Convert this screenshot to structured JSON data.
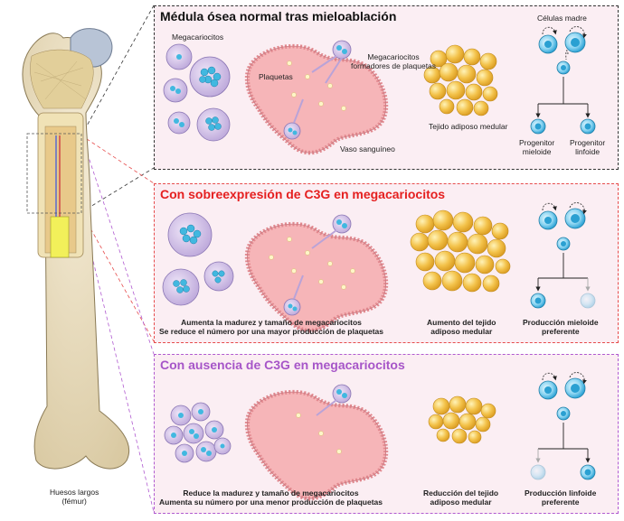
{
  "bone": {
    "label_line1": "Huesos largos",
    "label_line2": "(fémur)"
  },
  "panel_normal": {
    "title": "Médula ósea normal tras mieloablación",
    "megakaryocytes": "Megacariocitos",
    "platelets": "Plaquetas",
    "platelet_forming_line1": "Megacariocitos",
    "platelet_forming_line2": "formadores de plaquetas",
    "blood_vessel": "Vaso sanguíneo",
    "adipose": "Tejido adiposo medular",
    "stem_cells": "Células madre",
    "myeloid_line1": "Progenitor",
    "myeloid_line2": "mieloide",
    "lymphoid_line1": "Progenitor",
    "lymphoid_line2": "linfoide"
  },
  "panel_overexpression": {
    "title": "Con sobreexpresión de C3G en megacariocitos",
    "mk_line1": "Aumenta la madurez y tamaño de megacariocitos",
    "mk_line2": "Se reduce el número por una mayor producción de plaquetas",
    "adipose_line1": "Aumento del tejido",
    "adipose_line2": "adiposo medular",
    "outcome_line1": "Producción mieloide",
    "outcome_line2": "preferente"
  },
  "panel_absence": {
    "title": "Con ausencia de C3G en megacariocitos",
    "mk_line1": "Reduce la madurez y tamaño de megacariocitos",
    "mk_line2": "Aumenta su número por una menor producción de plaquetas",
    "adipose_line1": "Reducción del tejido",
    "adipose_line2": "adiposo medular",
    "outcome_line1": "Producción linfoide",
    "outcome_line2": "preferente"
  },
  "colors": {
    "normal": "#111111",
    "overexpression": "#e52020",
    "absence": "#a655c8",
    "panel_bg": "#fbeef3",
    "vessel": "#f4a3a8",
    "fat": "#f3c24a",
    "megakaryocyte": "#c9b6e2",
    "stem_cell": "#3fb6e0",
    "bone": "#e8dcc0"
  }
}
